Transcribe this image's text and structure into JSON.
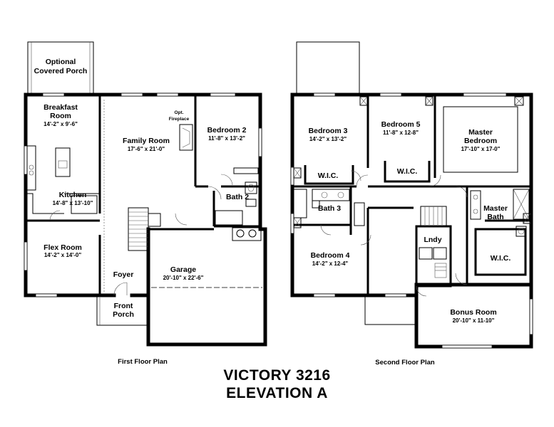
{
  "title": {
    "line1": "VICTORY 3216",
    "line2": "ELEVATION A"
  },
  "first_floor": {
    "caption": "First Floor Plan",
    "rooms": {
      "covered_porch": {
        "line1": "Optional",
        "line2": "Covered Porch"
      },
      "breakfast": {
        "line1": "Breakfast",
        "line2": "Room",
        "dims": "14'-2\" x 9'-6\""
      },
      "kitchen": {
        "name": "Kitchen",
        "dims": "14'-8\" x 13'-10\""
      },
      "family": {
        "name": "Family Room",
        "dims": "17'-6\" x 21'-0\""
      },
      "fireplace": {
        "line1": "Opt.",
        "line2": "Fireplace"
      },
      "bedroom2": {
        "name": "Bedroom 2",
        "dims": "11'-8\" x 13'-2\""
      },
      "bath2": {
        "name": "Bath 2"
      },
      "flex": {
        "name": "Flex Room",
        "dims": "14'-2\" x 14'-0\""
      },
      "foyer": {
        "name": "Foyer"
      },
      "garage": {
        "name": "Garage",
        "dims": "20'-10\" x 22'-6\""
      },
      "front_porch": {
        "line1": "Front",
        "line2": "Porch"
      }
    }
  },
  "second_floor": {
    "caption": "Second Floor Plan",
    "rooms": {
      "bedroom3": {
        "name": "Bedroom 3",
        "dims": "14'-2\" x 13'-2\""
      },
      "bedroom5": {
        "name": "Bedroom 5",
        "dims": "11'-8\" x 12-8\""
      },
      "master_bedroom": {
        "line1": "Master",
        "line2": "Bedroom",
        "dims": "17'-10\" x 17-0\""
      },
      "wic_bed3": {
        "name": "W.I.C."
      },
      "wic_bed5": {
        "name": "W.I.C."
      },
      "bath3": {
        "name": "Bath 3"
      },
      "master_bath": {
        "line1": "Master",
        "line2": "Bath"
      },
      "laundry": {
        "name": "Lndy"
      },
      "bedroom4": {
        "name": "Bedroom 4",
        "dims": "14'-2\" x 12-4\""
      },
      "wic_master": {
        "name": "W.I.C."
      },
      "bonus": {
        "name": "Bonus Room",
        "dims": "20'-10\" x 11-10\""
      }
    }
  }
}
